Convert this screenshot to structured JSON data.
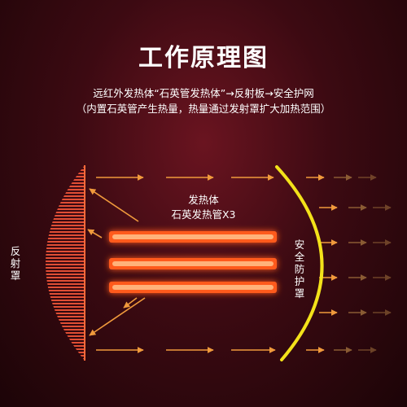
{
  "title": "工作原理图",
  "subtitle_line1": "远红外发热体“石英管发热体”→反射板→安全护网",
  "subtitle_line2": "（内置石英管产生热量，热量通过发射罩扩大加热范围）",
  "heater_label_line1": "发热体",
  "heater_label_line2": "石英发热管X3",
  "reflector_label": "反射罩",
  "guard_label": "安全防护罩",
  "colors": {
    "arrow_orange": "#f09a3c",
    "arrow_faded": "#9a6a3a",
    "guard_yellow": "#f3e21a",
    "tube_glow": "#ff5a1e",
    "tube_core": "#ffb27a",
    "reflector": "#ff5a3c"
  }
}
